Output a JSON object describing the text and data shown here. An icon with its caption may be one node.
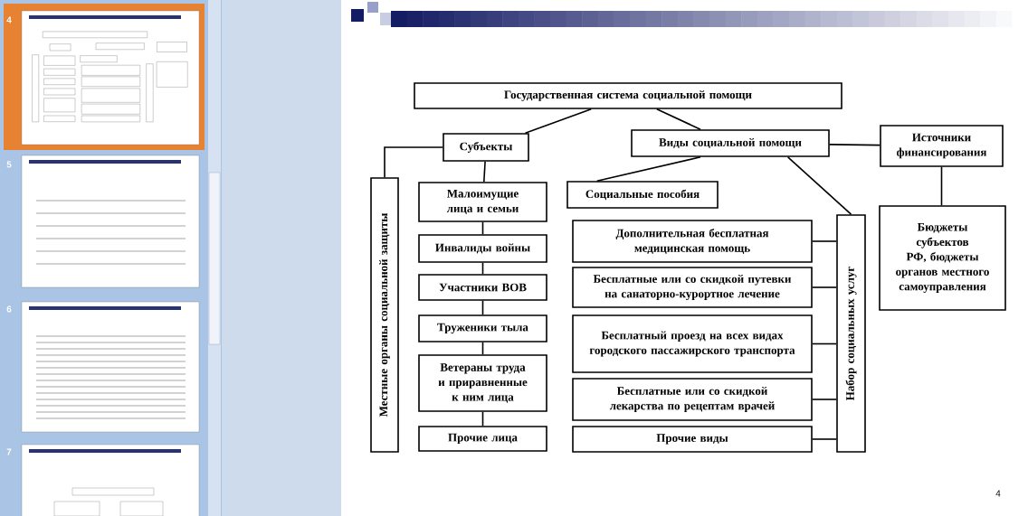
{
  "diagram": {
    "nodes": [
      {
        "text": [
          "Государственная система социальной помощи"
        ]
      },
      {
        "text": [
          "Субъекты"
        ]
      },
      {
        "text": [
          "Виды социальной помощи"
        ]
      },
      {
        "text": [
          "Источники финансирования"
        ]
      },
      {
        "text": [
          "Местные органы социальной защиты"
        ]
      },
      {
        "text": [
          "Малоимущие лица и семьи"
        ]
      },
      {
        "text": [
          "Инвалиды войны"
        ]
      },
      {
        "text": [
          "Участники ВОВ"
        ]
      },
      {
        "text": [
          "Труженики тыла"
        ]
      },
      {
        "text": [
          "Ветераны труда и приравненные к ним лица"
        ]
      },
      {
        "text": [
          "Прочие лица"
        ]
      },
      {
        "text": [
          "Социальные пособия"
        ]
      },
      {
        "text": [
          "Дополнительная бесплатная медицинская помощь"
        ]
      },
      {
        "text": [
          "Бесплатные или со скидкой путевки на санаторно-курортное лечение"
        ]
      },
      {
        "text": [
          "Бесплатный проезд на всех видах городского пассажирского транспорта"
        ]
      },
      {
        "text": [
          "Бесплатные или со скидкой лекарства по рецептам врачей"
        ]
      },
      {
        "text": [
          "Прочие виды"
        ]
      },
      {
        "text": [
          "Набор социальных услуг"
        ]
      },
      {
        "text": [
          "Бюджеты субъектов РФ, бюджеты органов местного самоуправления"
        ]
      }
    ],
    "edges": [
      {
        "from": 0,
        "to": 1,
        "arrow": "none"
      },
      {
        "from": 0,
        "to": 2,
        "arrow": "none"
      },
      {
        "from": 2,
        "to": 3,
        "arrow": "none"
      },
      {
        "from": 1,
        "to": 4,
        "arrow": "none"
      },
      {
        "from": 1,
        "to": 5,
        "arrow": "none"
      },
      {
        "from": 5,
        "to": 6,
        "arrow": "none"
      },
      {
        "from": 6,
        "to": 7,
        "arrow": "none"
      },
      {
        "from": 7,
        "to": 8,
        "arrow": "none"
      },
      {
        "from": 8,
        "to": 9,
        "arrow": "none"
      },
      {
        "from": 9,
        "to": 10,
        "arrow": "none"
      },
      {
        "from": 2,
        "to": 11,
        "arrow": "none"
      },
      {
        "from": 2,
        "to": 17,
        "arrow": "none"
      },
      {
        "from": 17,
        "to": 12,
        "arrow": "none"
      },
      {
        "from": 17,
        "to": 13,
        "arrow": "none"
      },
      {
        "from": 17,
        "to": 14,
        "arrow": "none"
      },
      {
        "from": 17,
        "to": 15,
        "arrow": "none"
      },
      {
        "from": 17,
        "to": 16,
        "arrow": "none"
      },
      {
        "from": 3,
        "to": 18,
        "arrow": "none"
      }
    ],
    "labels": [
      "4",
      "5",
      "6",
      "7",
      "4"
    ]
  }
}
